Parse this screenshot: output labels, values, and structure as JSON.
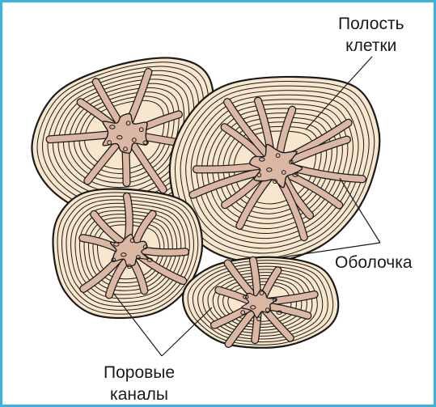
{
  "frame": {
    "border_color": "#3cb3df"
  },
  "labels": {
    "cavity_line1": "Полость",
    "cavity_line2": "клетки",
    "shell": "Оболочка",
    "pores_line1": "Поровые",
    "pores_line2": "каналы"
  },
  "colors": {
    "cell_wall": "#f8e6cd",
    "cavity": "#dcb8a4",
    "outline": "#1a1a1a"
  },
  "figure": {
    "subject": "stone-cells",
    "cells": [
      {
        "name": "cell-top-left",
        "rings": 10
      },
      {
        "name": "cell-large-right",
        "rings": 12
      },
      {
        "name": "cell-middle-left",
        "rings": 10
      },
      {
        "name": "cell-bottom",
        "rings": 9
      }
    ]
  }
}
